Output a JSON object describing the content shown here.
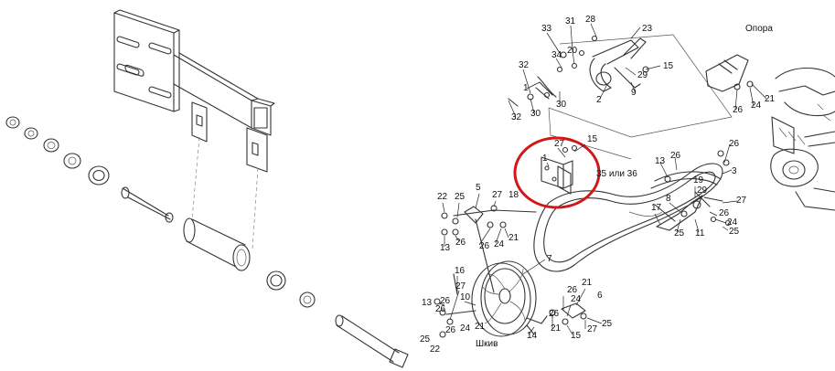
{
  "colors": {
    "highlight": "#d01818",
    "line": "#333333"
  },
  "captions": {
    "support": "Опора",
    "pulley": "Шкив",
    "belt": "35 или 36"
  },
  "callouts": {
    "top_group": [
      "31",
      "28",
      "23",
      "33",
      "20",
      "34",
      "15",
      "32",
      "30",
      "29",
      "1",
      "2",
      "9",
      "32",
      "30"
    ],
    "right_group": [
      "26",
      "24",
      "21",
      "26",
      "13",
      "26",
      "3",
      "19",
      "29",
      "27",
      "17",
      "8",
      "26",
      "24",
      "25",
      "11",
      "25"
    ],
    "highlight_group": [
      "27",
      "15",
      "1"
    ],
    "middle_group": [
      "22",
      "25",
      "5",
      "27",
      "18",
      "26",
      "24",
      "21",
      "13",
      "26"
    ],
    "bottom_group": [
      "7",
      "16",
      "27",
      "26",
      "10",
      "13",
      "26",
      "21",
      "24",
      "26",
      "25",
      "22",
      "14",
      "21",
      "26",
      "6",
      "24",
      "26",
      "27",
      "25",
      "15",
      "21"
    ]
  }
}
